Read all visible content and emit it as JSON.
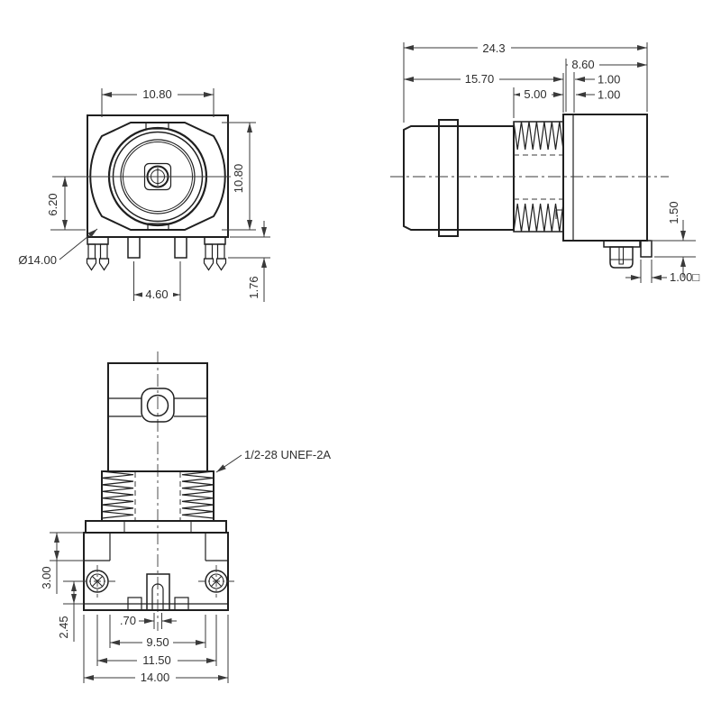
{
  "drawing": {
    "type": "technical-drawing",
    "subject": "BNC PCB-mount connector, 3-view dimensioned drawing",
    "background_color": "#ffffff",
    "line_color": "#1f1f1f",
    "dim_color": "#3a3a3a"
  },
  "front_view": {
    "dims": {
      "width_across_flats": "10.80",
      "height_across_flats": "10.80",
      "center_to_base": "6.20",
      "flange_diameter": "Ø14.00",
      "pin_pitch": "4.60",
      "leg_protrusion": "1.76"
    }
  },
  "side_view": {
    "dims": {
      "overall_length": "24.3",
      "body_length": "8.60",
      "front_section_length": "15.70",
      "flange_offset": "1.00",
      "thread_length": "5.00",
      "flange_thickness": "1.00",
      "leg_standoff": "1.50",
      "pin_square": "1.00□"
    }
  },
  "bottom_view": {
    "thread_callout": "1/2-28 UNEF-2A",
    "dims": {
      "shoulder_height": "3.00",
      "post_to_edge": "2.45",
      "pin_width": ".70",
      "slot_span": "9.50",
      "post_spacing": "11.50",
      "body_width": "14.00"
    }
  }
}
